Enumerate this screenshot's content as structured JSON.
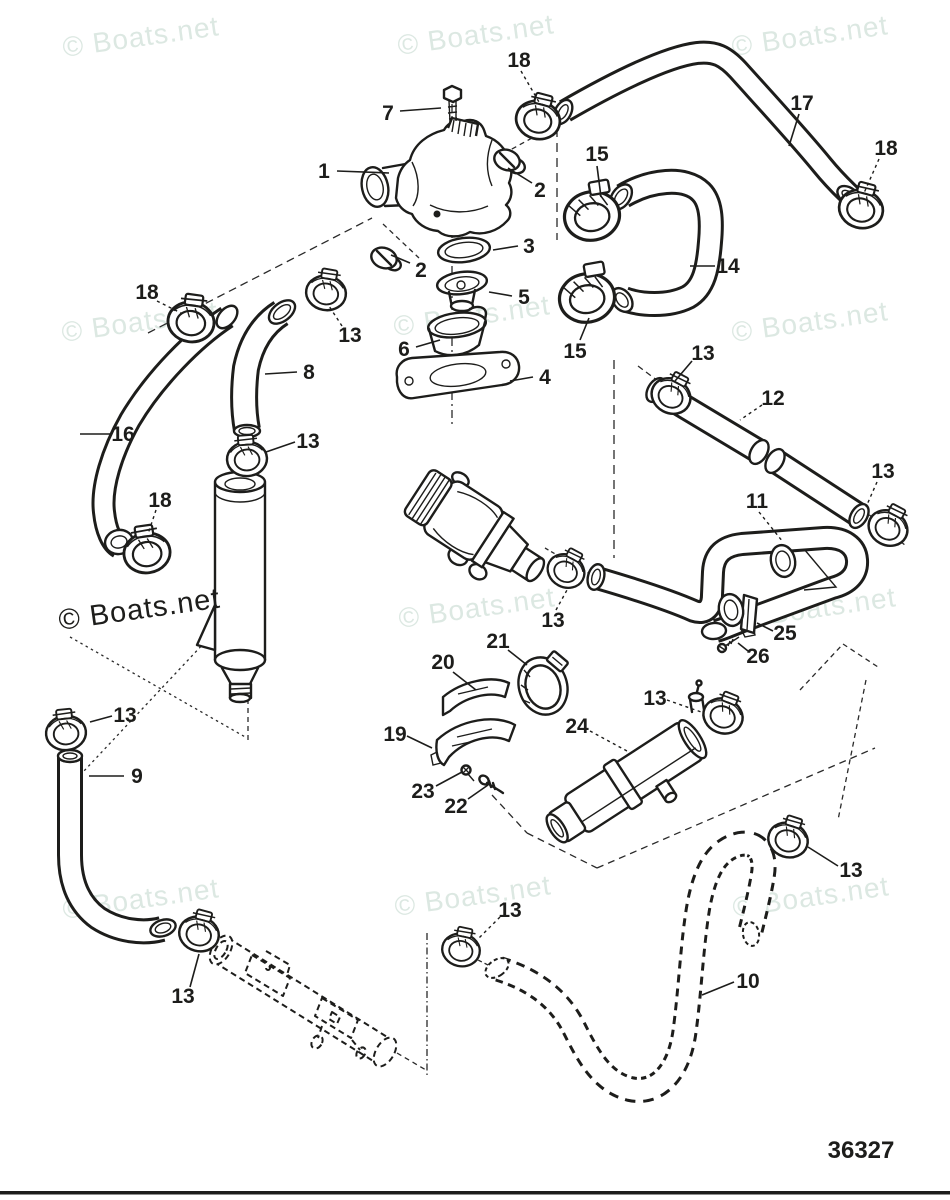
{
  "diagram": {
    "watermark_text": "© Boats.net",
    "drawing_number": "36327",
    "colors": {
      "line": "#1d1d1b",
      "watermark_light": "#dce8e2",
      "watermark_dark": "#1d1d1b",
      "background": "#ffffff"
    }
  },
  "labels": {
    "p1": "1",
    "p2r": "2",
    "p2l": "2",
    "p3": "3",
    "p4": "4",
    "p5": "5",
    "p6": "6",
    "p7": "7",
    "p8": "8",
    "p9": "9",
    "p10": "10",
    "p11": "11",
    "p12": "12",
    "p13_hose8_top": "13",
    "p13_hose8_bot": "13",
    "p13_pipe12_l": "13",
    "p13_pipe12_r": "13",
    "p13_checkvalve": "13",
    "p13_muffler": "13",
    "p13_hose10_top": "13",
    "p13_hose9_top": "13",
    "p13_hose9_bot": "13",
    "p13_hose10_left": "13",
    "p14": "14",
    "p15_top": "15",
    "p15_bot": "15",
    "p16": "16",
    "p17": "17",
    "p18_top": "18",
    "p18_right": "18",
    "p18_upleft": "18",
    "p18_midleft": "18",
    "p19": "19",
    "p20": "20",
    "p21": "21",
    "p22": "22",
    "p23": "23",
    "p24": "24",
    "p25": "25",
    "p26": "26"
  }
}
